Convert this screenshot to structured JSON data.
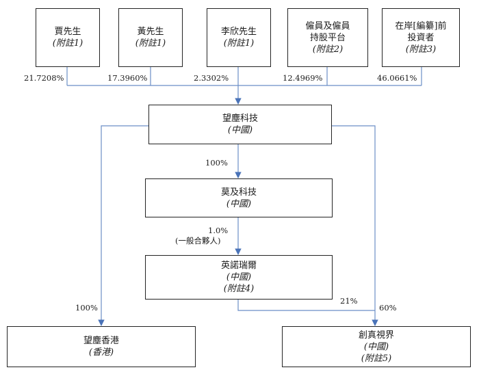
{
  "shareholders": [
    {
      "name": "賈先生",
      "note": "(附註1)",
      "pct": "21.7208%"
    },
    {
      "name": "黃先生",
      "note": "(附註1)",
      "pct": "17.3960%"
    },
    {
      "name": "李欣先生",
      "note": "(附註1)",
      "pct": "2.3302%"
    },
    {
      "name": "僱員及僱員",
      "name2": "持股平台",
      "note": "(附註2)",
      "pct": "12.4969%"
    },
    {
      "name": "在岸[編纂]前",
      "name2": "投資者",
      "note": "(附註3)",
      "pct": "46.0661%"
    }
  ],
  "entities": {
    "wangchen": {
      "name": "望塵科技",
      "note": "(中國)"
    },
    "moji": {
      "name": "莫及科技",
      "note": "(中國)"
    },
    "yingnuo": {
      "name": "英諾瑞爾",
      "note": "(中國)",
      "note2": "(附註4)"
    },
    "hk": {
      "name": "望塵香港",
      "note": "(香港)"
    },
    "chuangzhen": {
      "name": "創真視界",
      "note": "(中國)",
      "note2": "(附註5)"
    }
  },
  "links": {
    "wangchen_to_moji": "100%",
    "moji_to_yingnuo": "1.0%",
    "moji_to_yingnuo_note": "(一般合夥人)",
    "wangchen_to_hk": "100%",
    "yingnuo_to_chuangzhen": "21%",
    "wangchen_to_chuangzhen": "60%"
  },
  "colors": {
    "line": "#6b8ec6",
    "border": "#222222"
  }
}
